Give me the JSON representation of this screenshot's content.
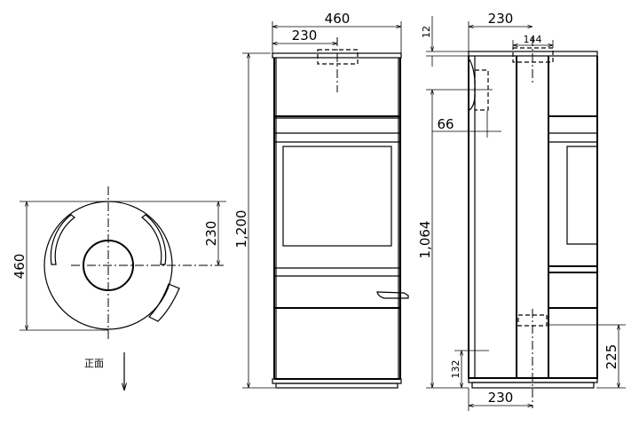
{
  "top_view": {
    "diameter_label": "460",
    "center_offset_label": "230",
    "front_label": "正面"
  },
  "front_view": {
    "width_label": "460",
    "flue_offset_label": "230",
    "height_label": "1,200"
  },
  "side_view": {
    "top_plate_label": "12",
    "flue_offset_label": "230",
    "flue_width_label": "144",
    "rear_outlet_depth_label": "66",
    "rear_outlet_height_label": "1,064",
    "air_inlet_low_label": "132",
    "air_inlet_height_label": "225",
    "bottom_offset_label": "230"
  }
}
